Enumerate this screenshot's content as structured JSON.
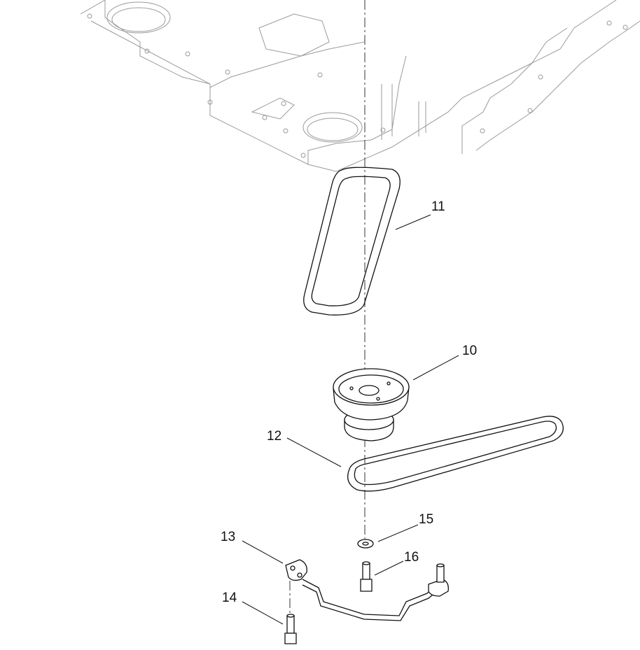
{
  "diagram": {
    "title": "",
    "callouts": {
      "belt_upper": "11",
      "pulley": "10",
      "belt_lower": "12",
      "washer": "15",
      "bracket": "13",
      "bolt_center": "16",
      "bolt_bracket": "14"
    }
  }
}
